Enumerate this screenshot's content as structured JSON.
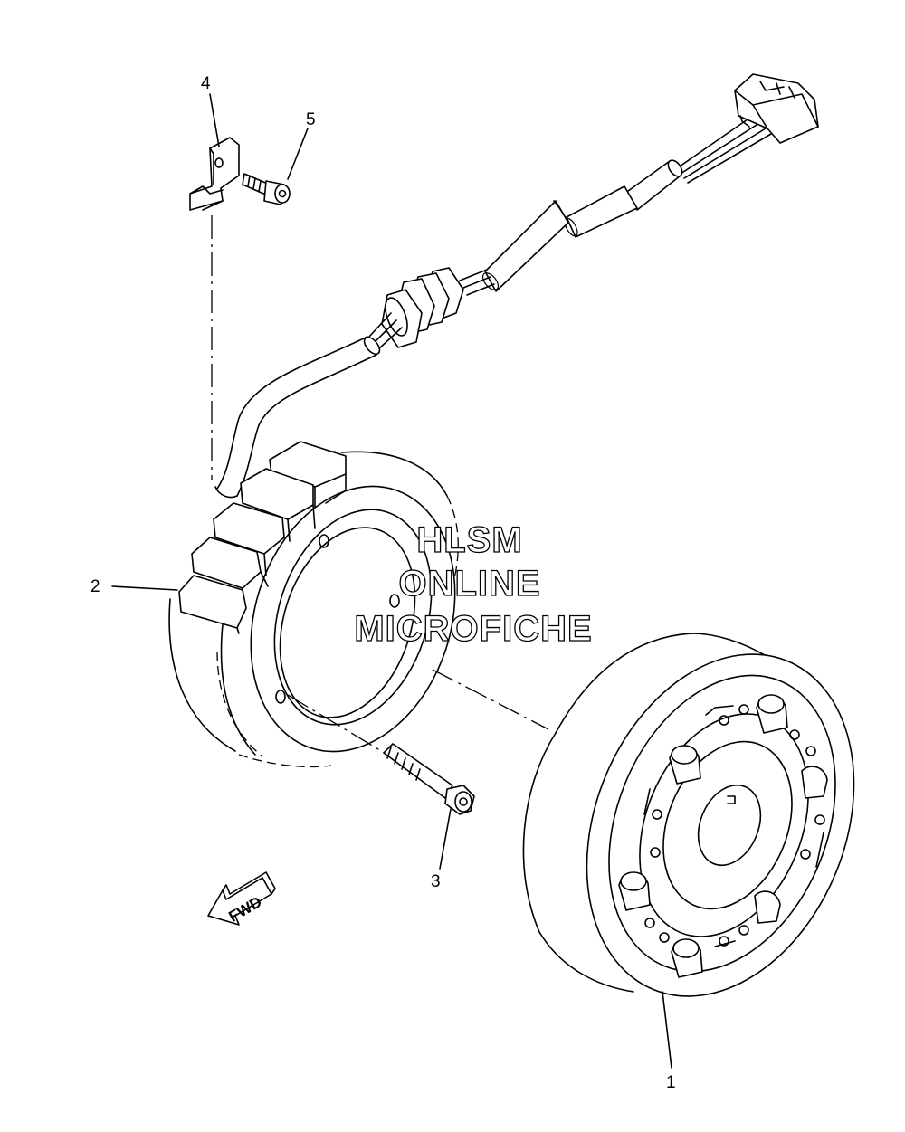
{
  "parts": [
    {
      "ref": "1",
      "icon": "flywheel-rotor"
    },
    {
      "ref": "2",
      "icon": "stator-assembly"
    },
    {
      "ref": "3",
      "icon": "bolt"
    },
    {
      "ref": "4",
      "icon": "clamp-bracket"
    },
    {
      "ref": "5",
      "icon": "screw"
    }
  ],
  "direction_marker": {
    "text": "FWD",
    "icon": "arrow-left-icon"
  },
  "watermark": {
    "line1": "HLSM",
    "line2": "ONLINE",
    "line3": "MICROFICHE"
  }
}
